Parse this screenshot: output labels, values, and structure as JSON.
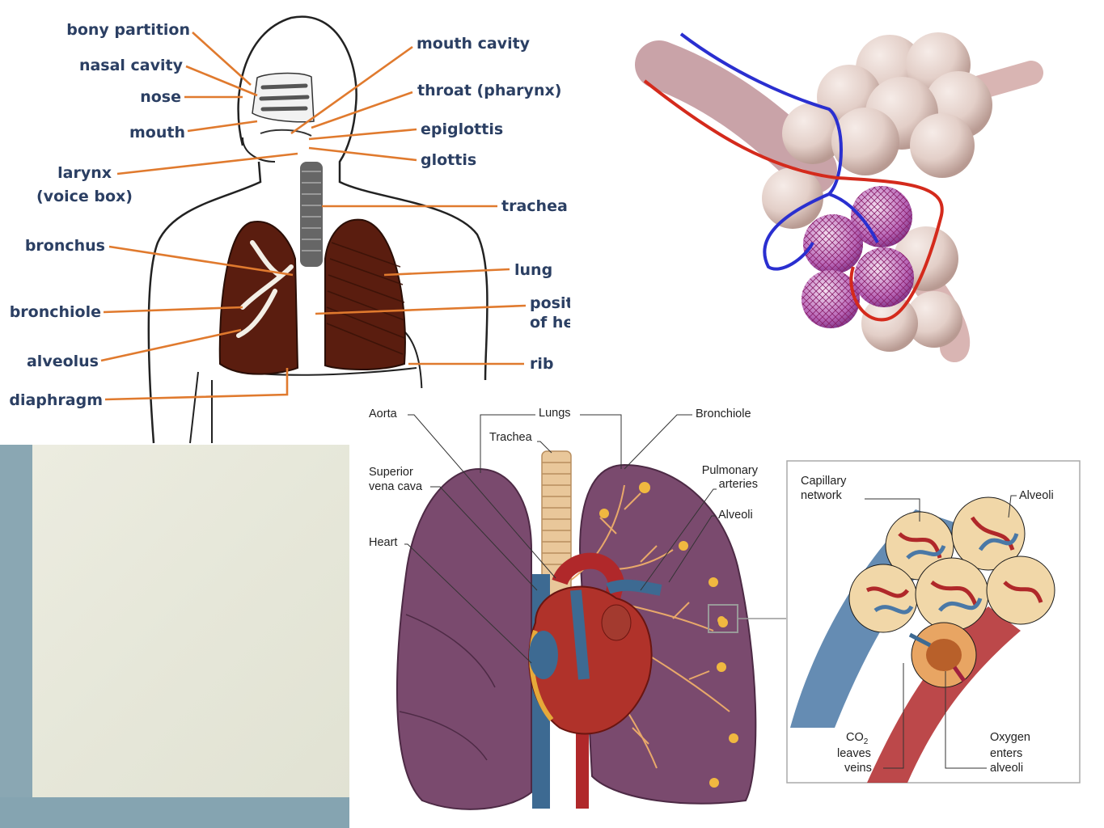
{
  "respiratory": {
    "left_labels": [
      "bony partition",
      "nasal cavity",
      "nose",
      "mouth",
      "larynx",
      "(voice box)",
      "bronchus",
      "bronchiole",
      "alveolus",
      "diaphragm"
    ],
    "right_labels": [
      "mouth cavity",
      "throat (pharynx)",
      "epiglottis",
      "glottis",
      "trachea",
      "lung",
      "position",
      "of heart",
      "rib"
    ],
    "colors": {
      "label": "#2b3f63",
      "leader": "#e07a2e",
      "lung": "#5a1d0f"
    }
  },
  "lungs_heart": {
    "labels": [
      "Aorta",
      "Lungs",
      "Bronchiole",
      "Trachea",
      "Superior",
      "vena cava",
      "Pulmonary",
      "arteries",
      "Alveoli",
      "Heart"
    ],
    "inset": {
      "labels": [
        "Capillary",
        "network",
        "Alveoli",
        "CO",
        "2",
        "leaves",
        "veins",
        "Oxygen",
        "enters",
        "alveoli"
      ]
    },
    "colors": {
      "lung": "#7a4a6e",
      "vein": "#3d6a92",
      "artery": "#b0282a",
      "bronchi": "#e8a86a"
    }
  }
}
